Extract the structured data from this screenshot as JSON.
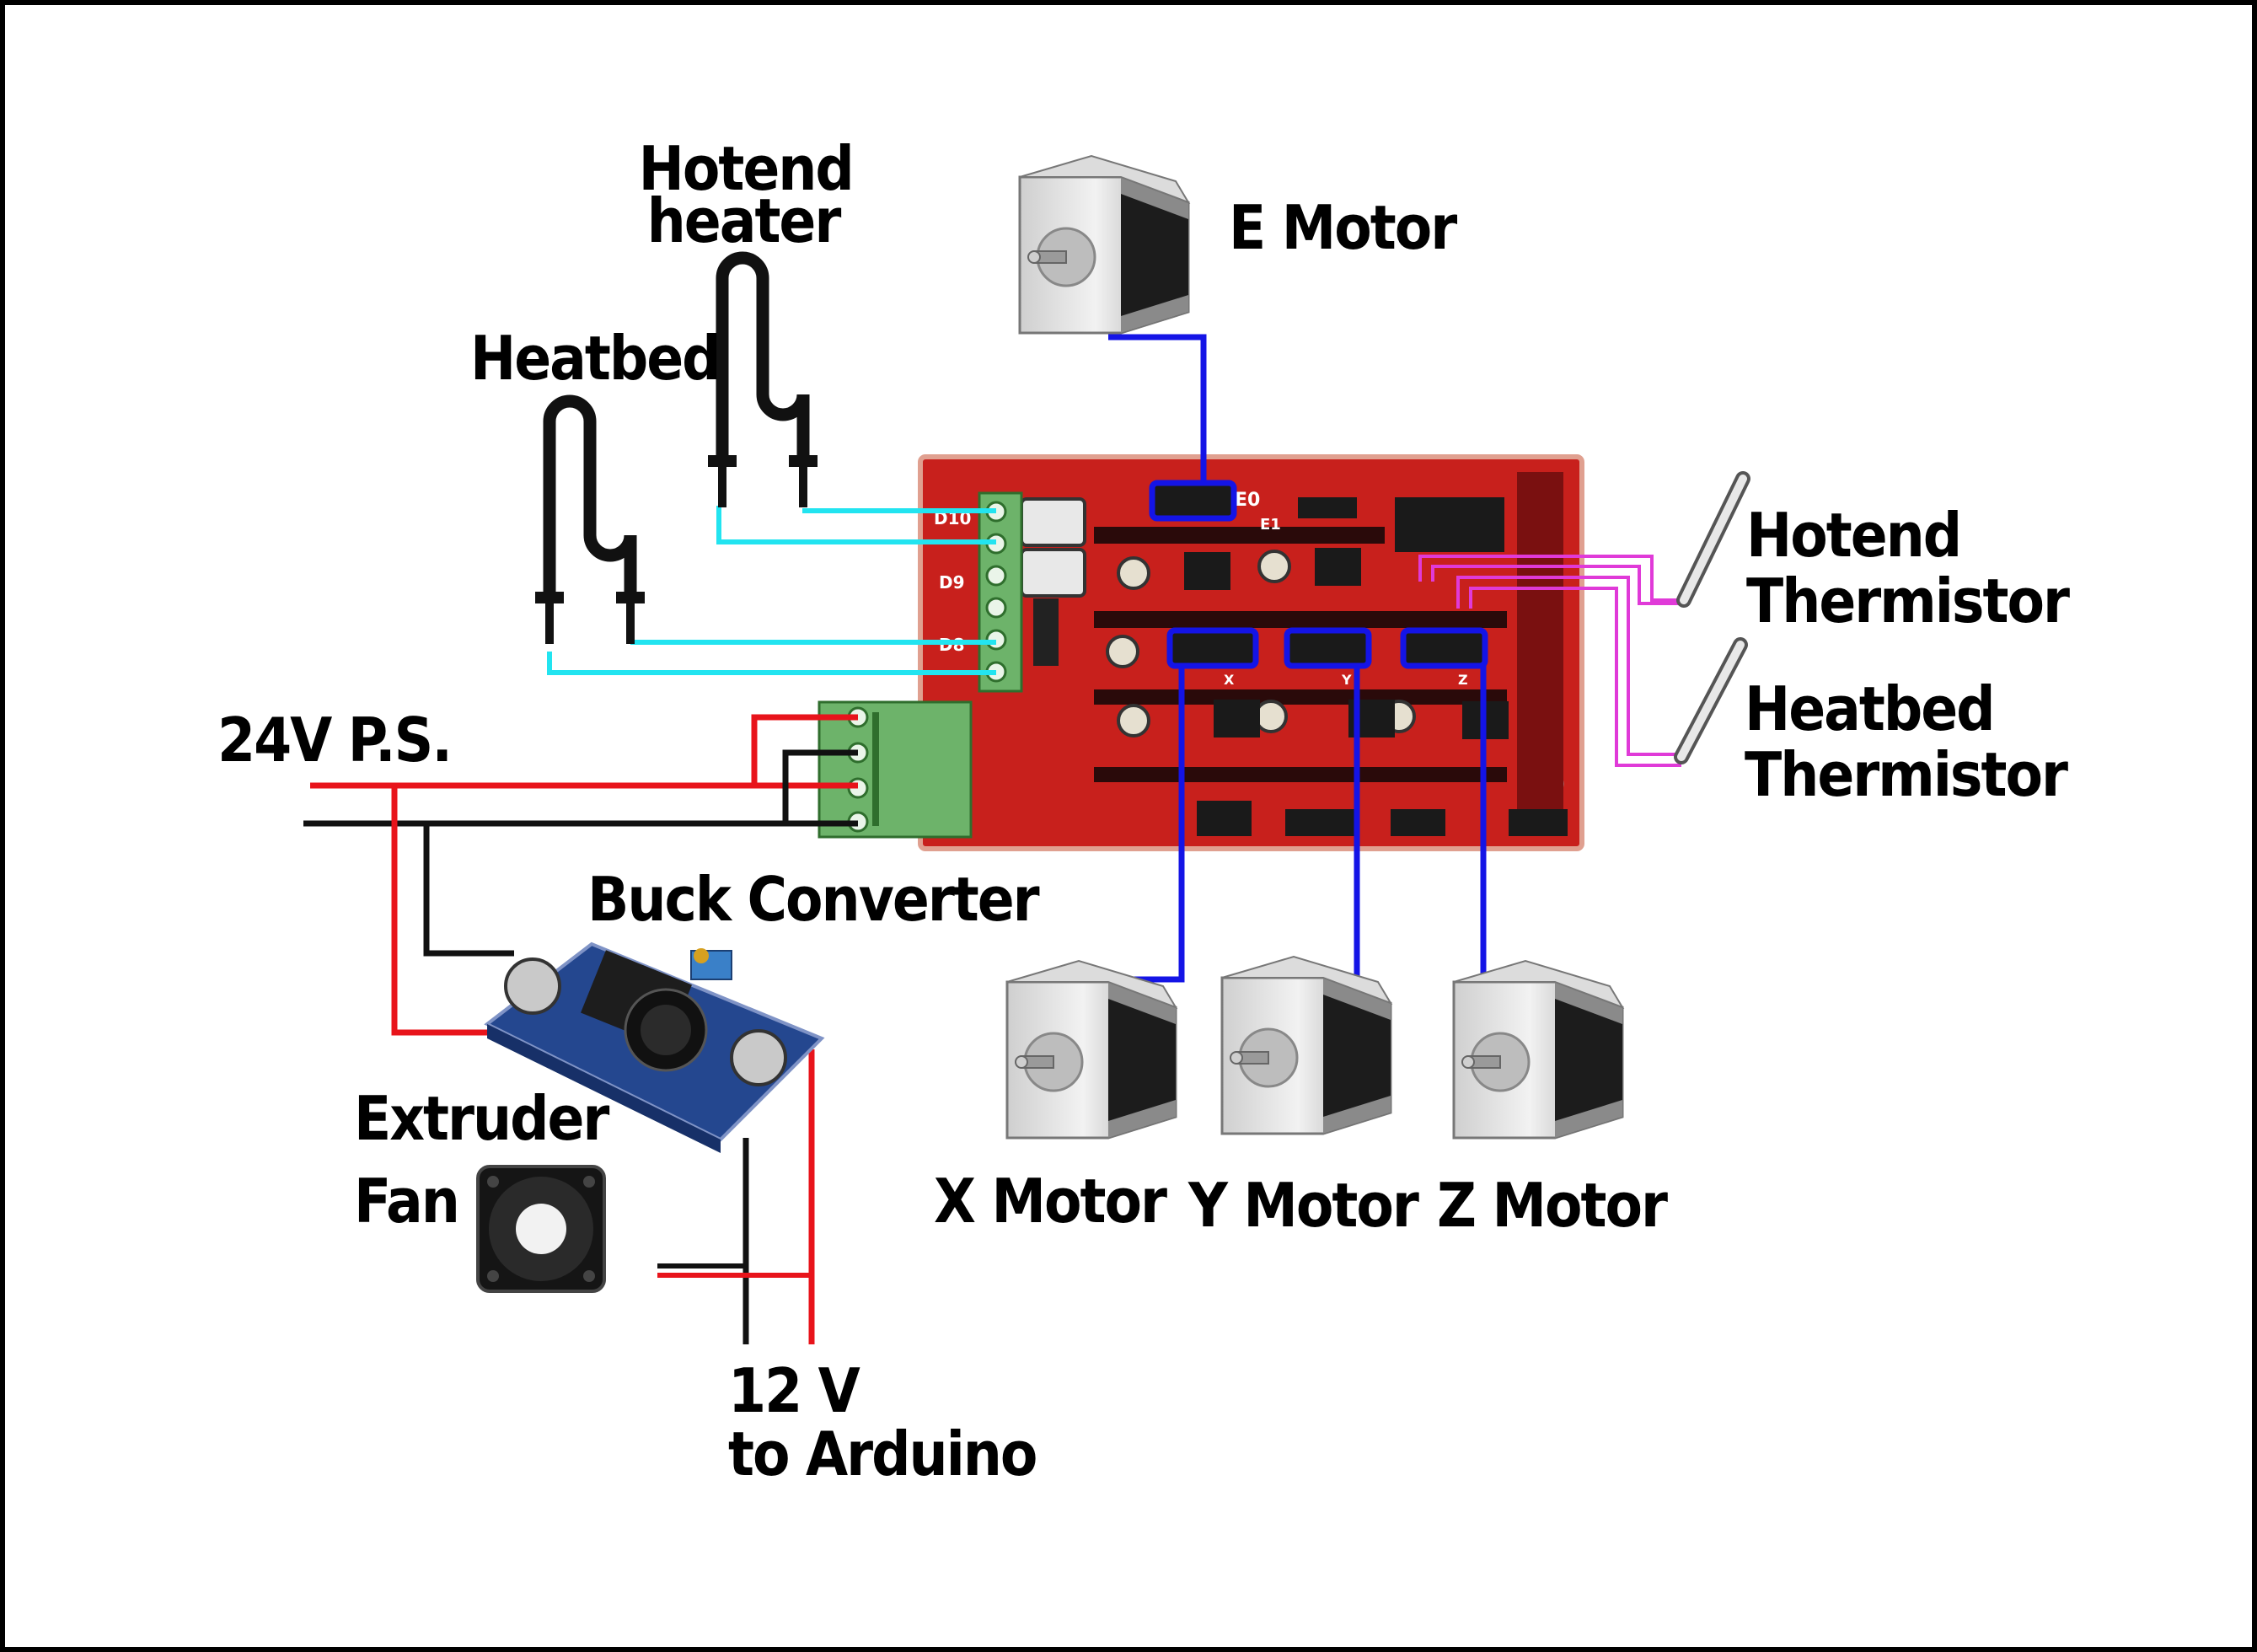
{
  "labels": {
    "hotend_heater": [
      "Hotend",
      "heater"
    ],
    "heatbed": "Heatbed",
    "e_motor": "E Motor",
    "hotend_thermistor": [
      "Hotend",
      "Thermistor"
    ],
    "heatbed_thermistor": [
      "Heatbed",
      "Thermistor"
    ],
    "ps": "24V P.S.",
    "buck": "Buck Converter",
    "extruder_fan": [
      "Extruder",
      "Fan"
    ],
    "x_motor": "X Motor",
    "y_motor": "Y Motor",
    "z_motor": "Z Motor",
    "arduino": [
      "12 V",
      "to Arduino"
    ]
  },
  "board": {
    "pins": [
      "D10",
      "D9",
      "D8"
    ],
    "headers": [
      "E0",
      "E1",
      "X",
      "Y",
      "Z"
    ]
  },
  "colors": {
    "power_positive": "#e8141b",
    "power_ground": "#111111",
    "motor_wire": "#1414e6",
    "heater_wire": "#22e4f0",
    "thermistor_wire": "#e03ad8",
    "board": "#c8201c",
    "terminal": "#6db36a"
  }
}
